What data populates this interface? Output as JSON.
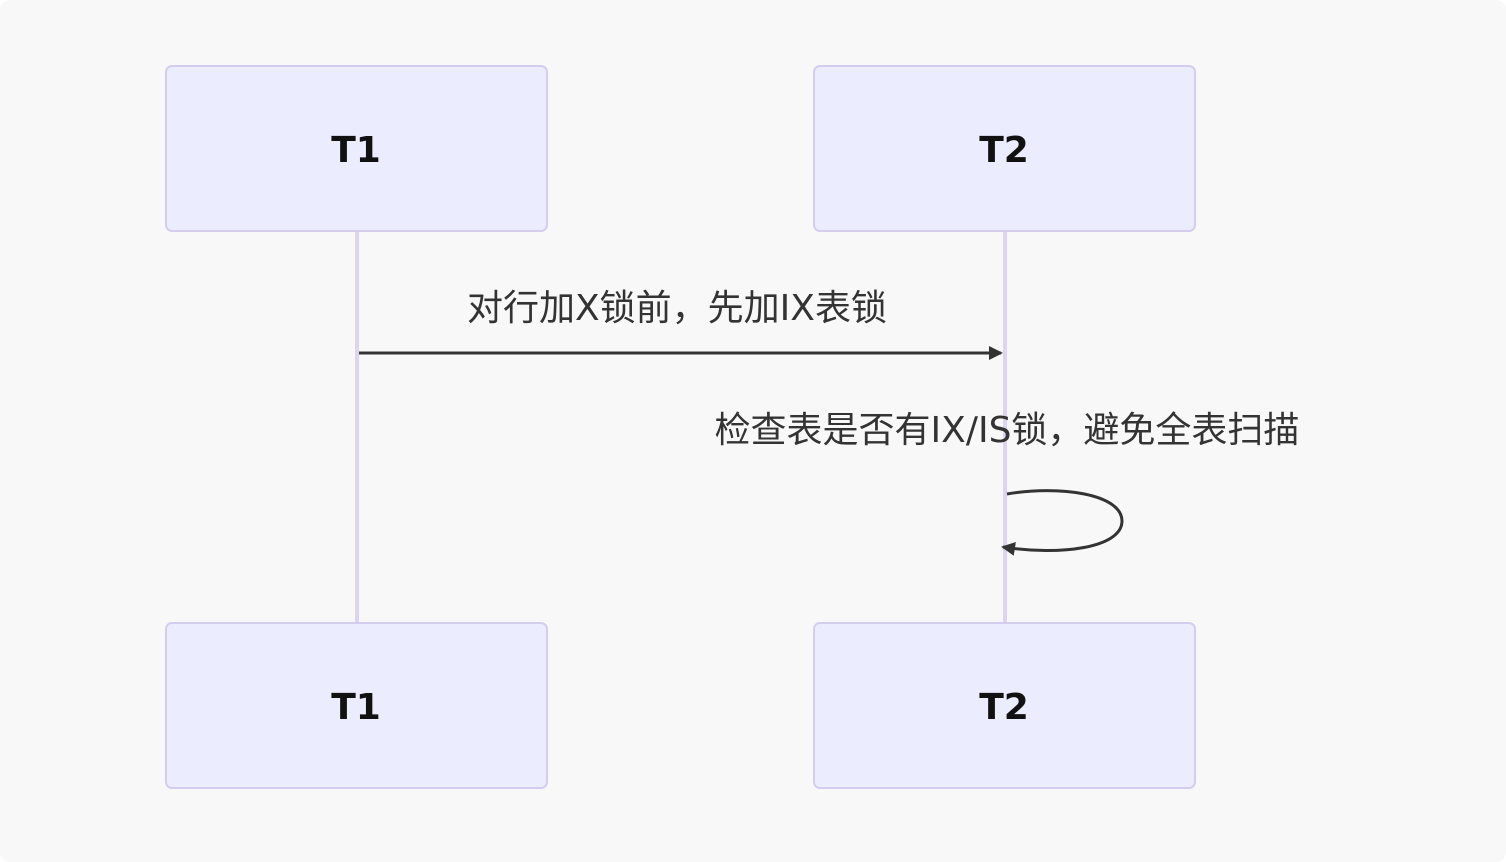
{
  "diagram": {
    "type": "sequence",
    "colors": {
      "background": "#f8f8f9",
      "actor_fill": "#ececff",
      "actor_stroke": "#d4cdee",
      "lifeline": "#dcd4f0",
      "arrow": "#333333",
      "text": "#333333"
    },
    "actors": [
      {
        "id": "t1",
        "top_label": "T1",
        "bottom_label": "T1"
      },
      {
        "id": "t2",
        "top_label": "T2",
        "bottom_label": "T2"
      }
    ],
    "messages": [
      {
        "from": "T1",
        "to": "T2",
        "text": "对行加X锁前，先加IX表锁"
      },
      {
        "from": "T2",
        "to": "T2",
        "text": "检查表是否有IX/IS锁，避免全表扫描"
      }
    ]
  }
}
